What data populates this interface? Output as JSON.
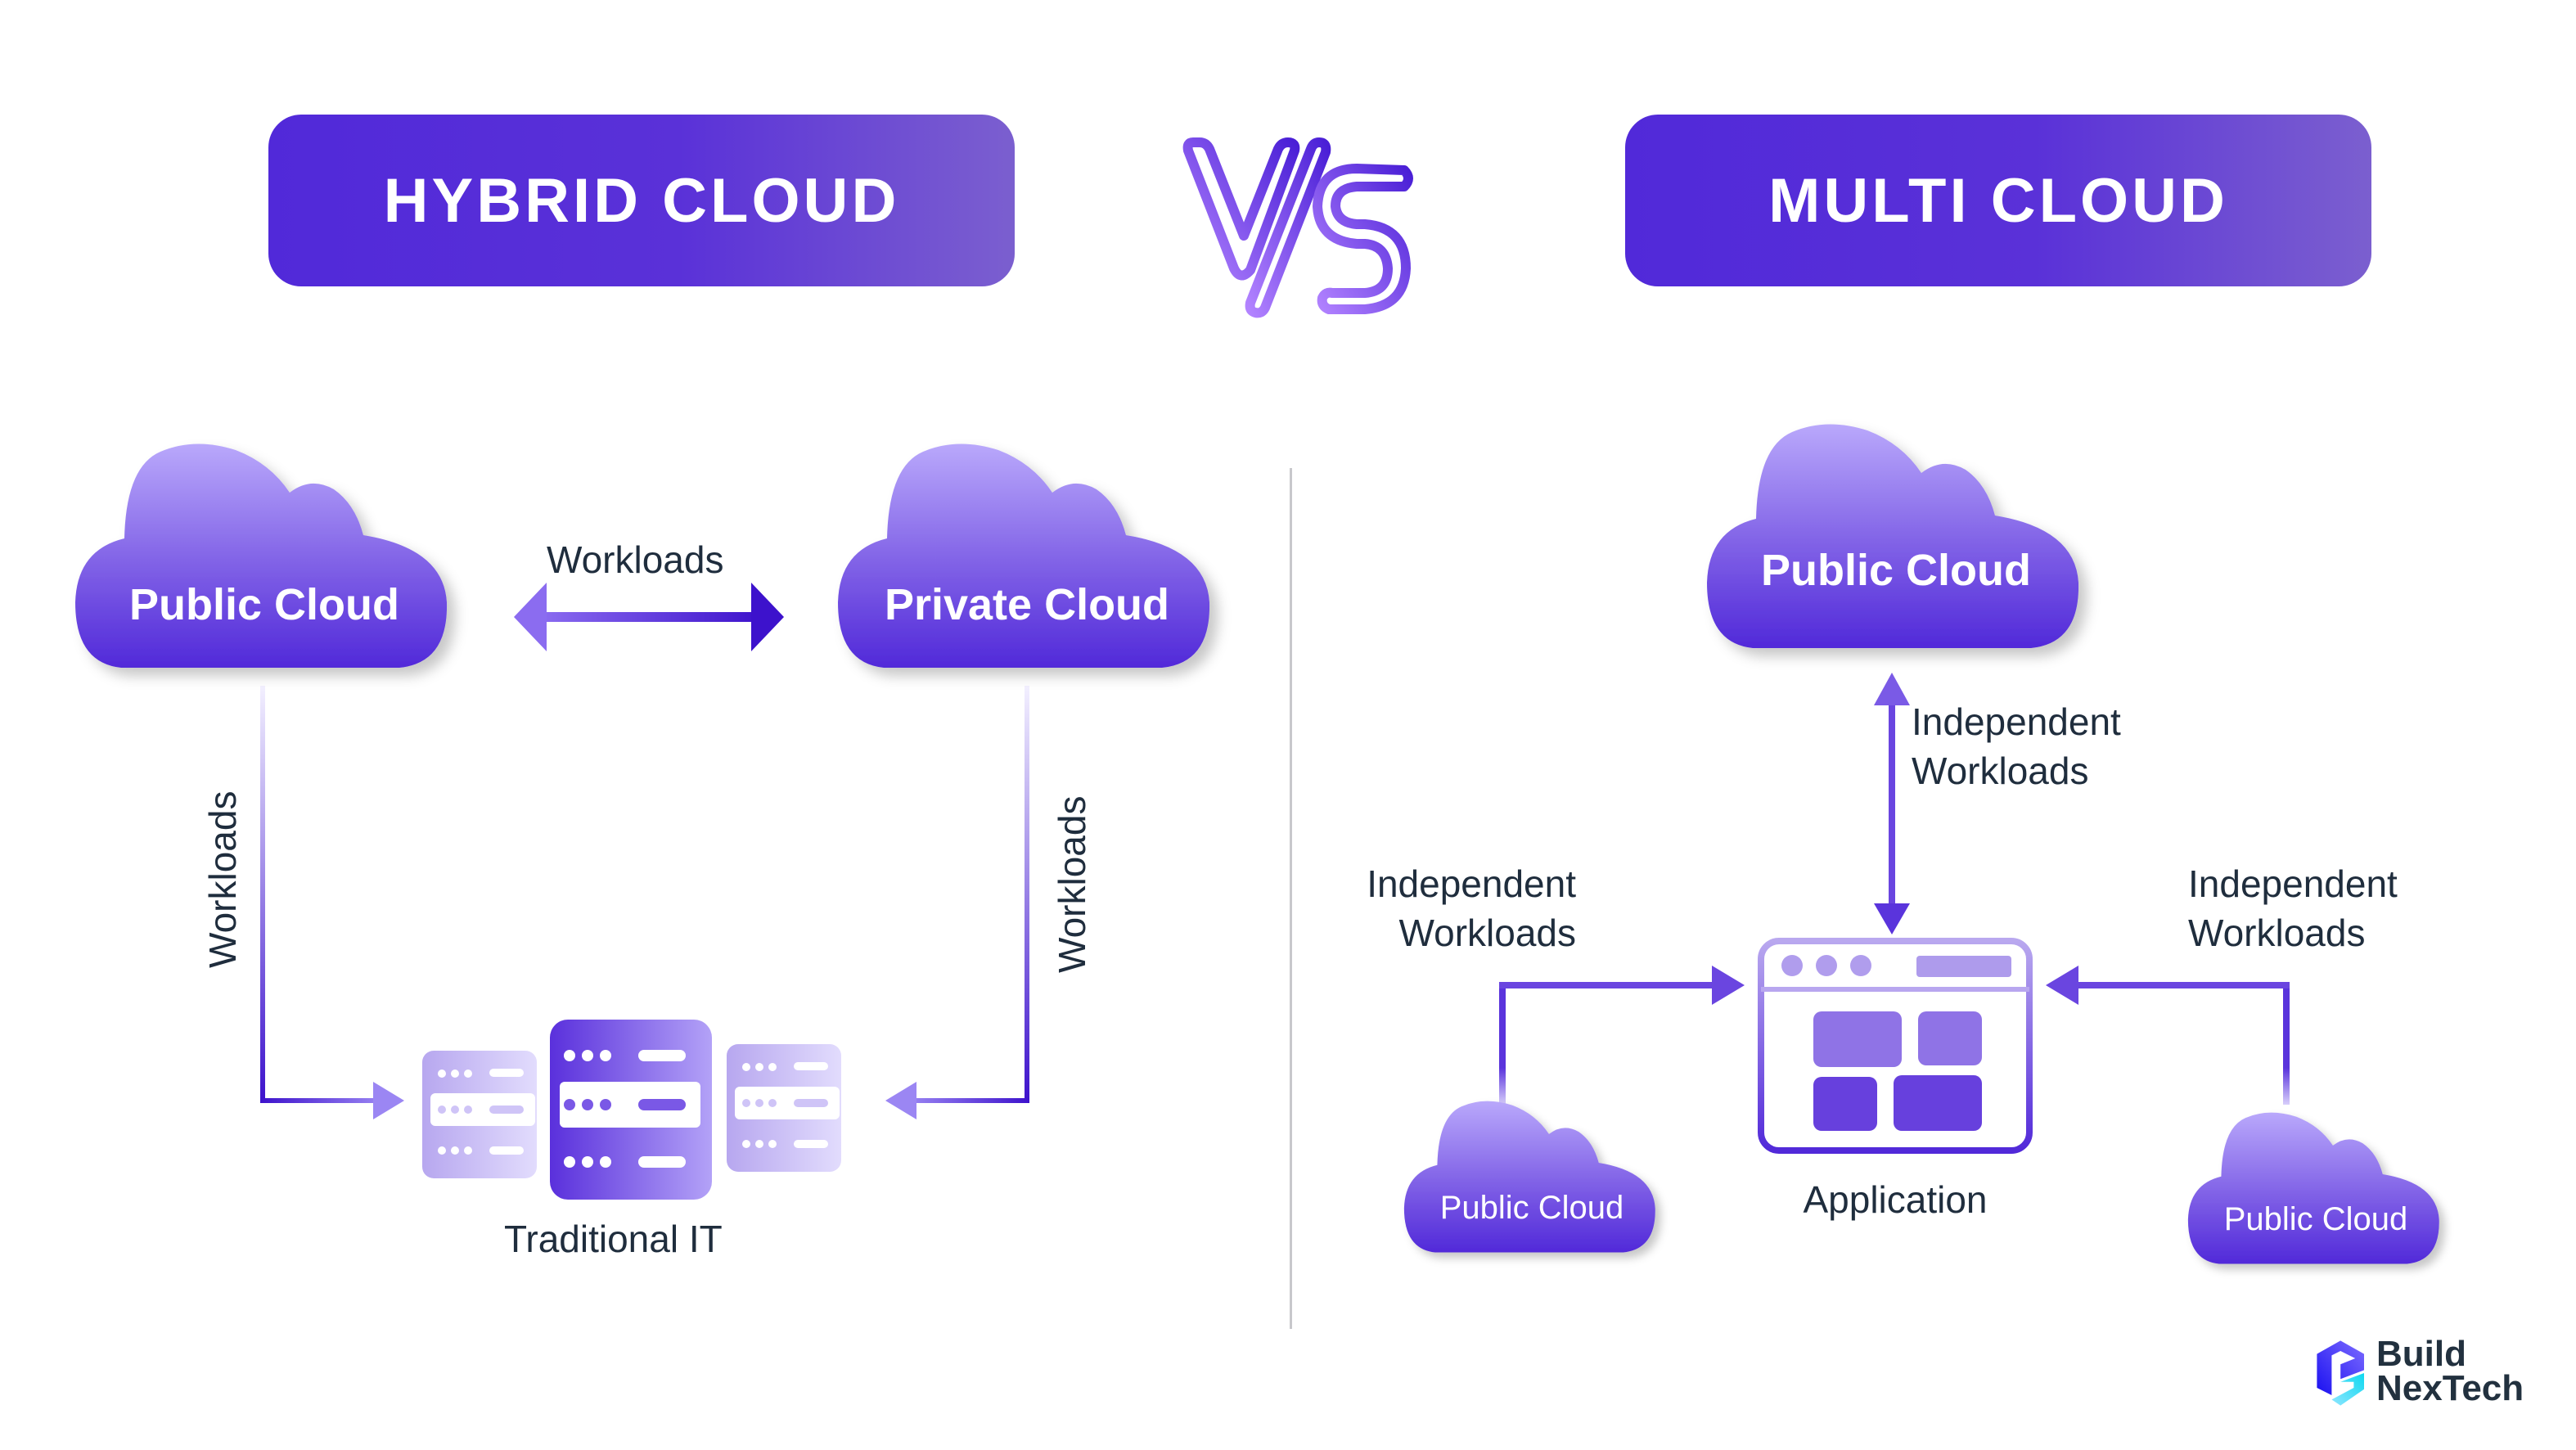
{
  "header": {
    "left_title": "HYBRID CLOUD",
    "versus": "VS",
    "right_title": "MULTI CLOUD"
  },
  "hybrid": {
    "public_cloud": "Public Cloud",
    "private_cloud": "Private Cloud",
    "horizontal_link_label": "Workloads",
    "left_vertical_label": "Workloads",
    "right_vertical_label": "Workloads",
    "traditional_it": "Traditional IT"
  },
  "multi": {
    "top_cloud": "Public Cloud",
    "top_link_label_line1": "Independent",
    "top_link_label_line2": "Workloads",
    "left_link_label_line1": "Independent",
    "left_link_label_line2": "Workloads",
    "right_link_label_line1": "Independent",
    "right_link_label_line2": "Workloads",
    "application": "Application",
    "left_cloud": "Public Cloud",
    "right_cloud": "Public Cloud"
  },
  "brand": {
    "line1": "Build",
    "line2": "NexTech"
  },
  "colors": {
    "primary": "#5129d9",
    "accent_light": "#b3a3f7",
    "text_dark": "#1f2d3d",
    "divider": "#c8c8cc",
    "logo_cyan": "#17d3f0"
  }
}
